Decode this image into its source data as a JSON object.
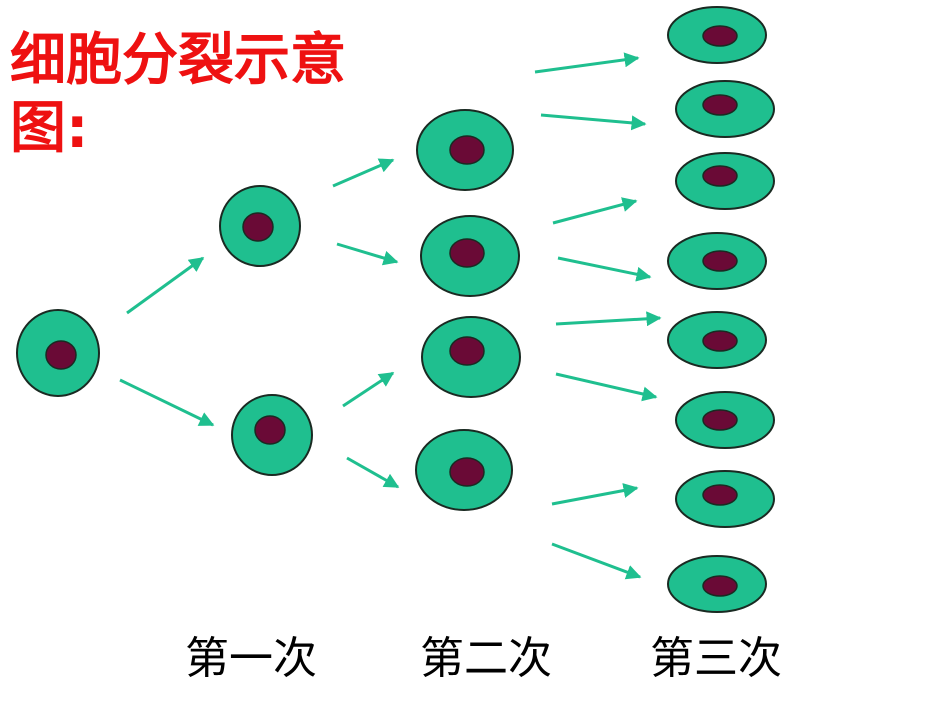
{
  "title": {
    "line1": "细胞分裂示意",
    "line2": "图:"
  },
  "generations": [
    {
      "label": "第一次"
    },
    {
      "label": "第二次"
    },
    {
      "label": "第三次"
    }
  ],
  "colors": {
    "title": "#ee1111",
    "cell_body": "#1fbf8f",
    "cell_outline": "#1a2a22",
    "nucleus": "#6a0a36",
    "arrow": "#1fbf8f",
    "label": "#000000"
  }
}
